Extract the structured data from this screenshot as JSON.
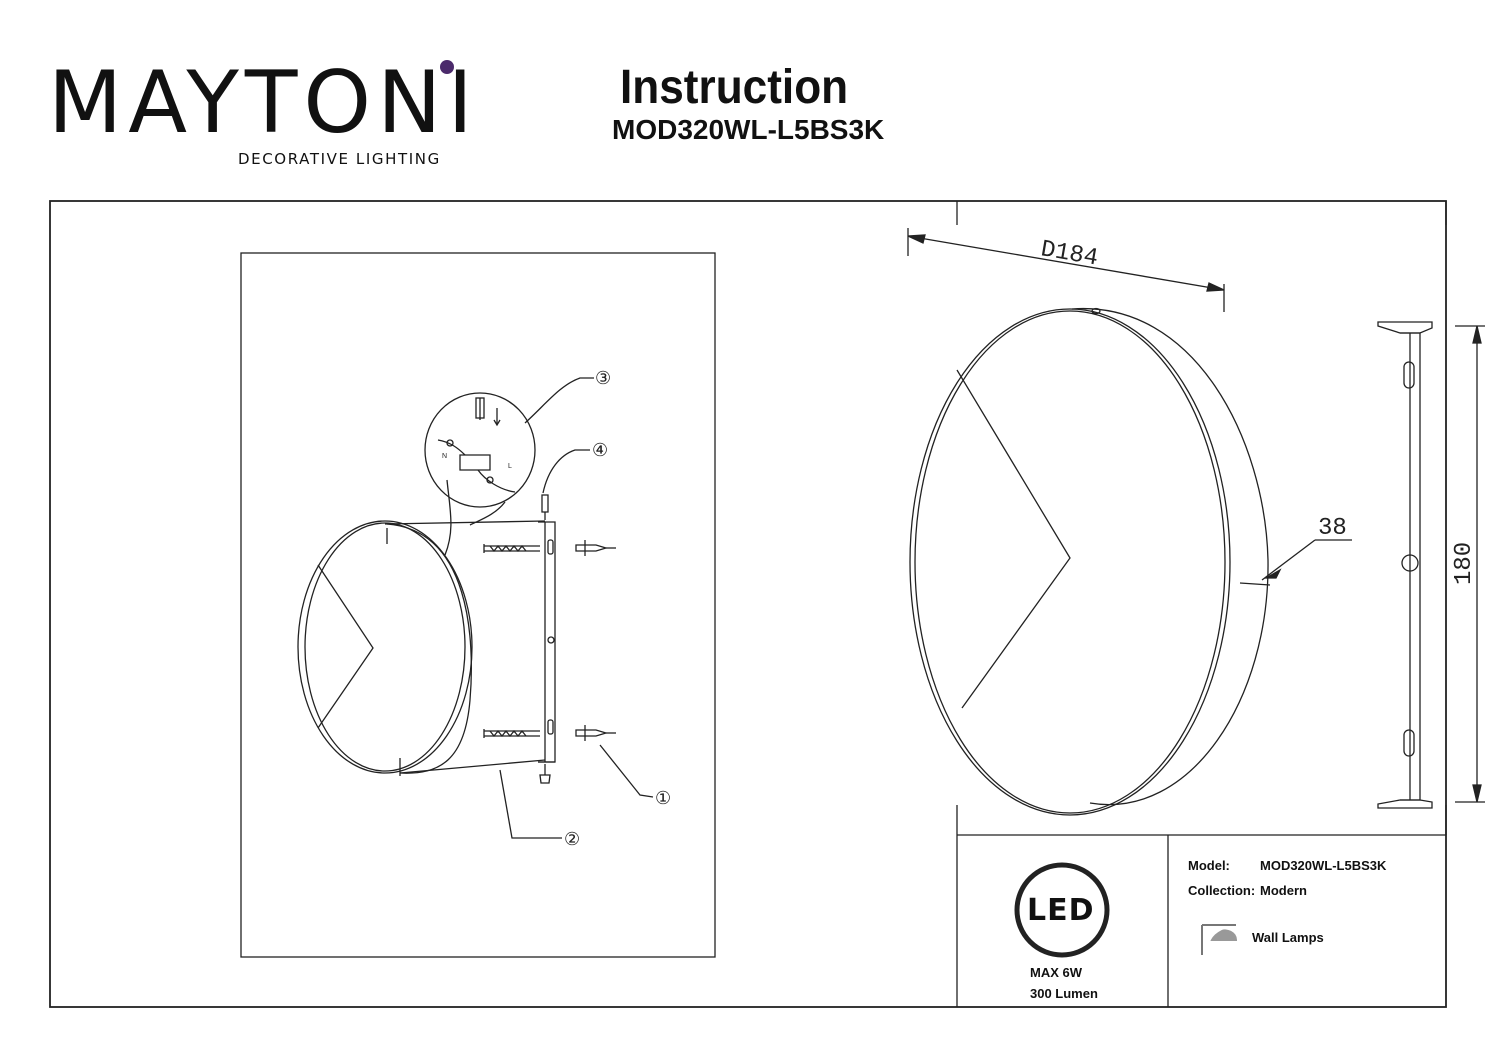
{
  "brand": {
    "name": "MAYTONI",
    "tagline": "DECORATIVE LIGHTING",
    "accent_color": "#4b2a6b"
  },
  "header": {
    "title": "Instruction",
    "model_code": "MOD320WL-L5BS3K"
  },
  "dimensions": {
    "diameter": "D184",
    "depth": "38",
    "height": "180"
  },
  "assembly_callouts": [
    "①",
    "②",
    "③",
    "④"
  ],
  "wiring_labels": {
    "neutral": "N",
    "live": "L"
  },
  "spec": {
    "led_badge": "LED",
    "max_power": "MAX 6W",
    "lumen": "300 Lumen",
    "model_label": "Model:",
    "model_value": "MOD320WL-L5BS3K",
    "collection_label": "Collection:",
    "collection_value": "Modern",
    "type_icon": "wall-lamp-icon",
    "type_value": "Wall Lamps"
  }
}
